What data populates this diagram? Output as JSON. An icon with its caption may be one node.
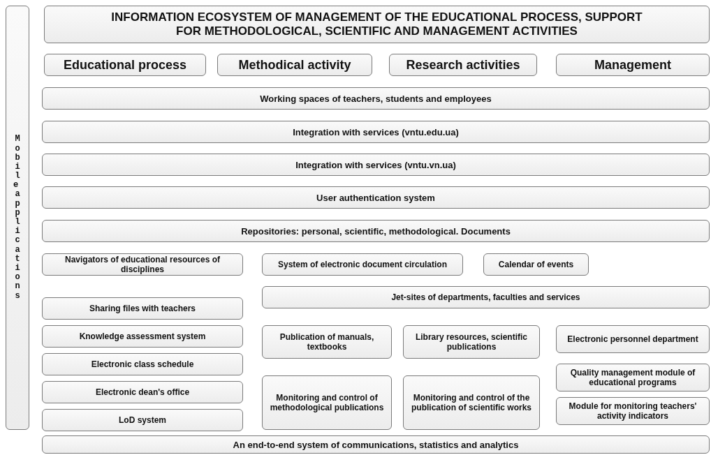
{
  "diagram": {
    "nodes": [
      {
        "text": [
          "INFORMATION ECOSYSTEM OF MANAGEMENT OF THE EDUCATIONAL PROCESS, SUPPORT FOR METHODOLOGICAL, SCIENTIFIC AND MANAGEMENT ACTIVITIES"
        ]
      },
      {
        "text": [
          "Mobile applications"
        ]
      },
      {
        "text": [
          "Educational process"
        ]
      },
      {
        "text": [
          "Methodical activity"
        ]
      },
      {
        "text": [
          "Research activities"
        ]
      },
      {
        "text": [
          "Management"
        ]
      },
      {
        "text": [
          "Working spaces of teachers, students and employees"
        ]
      },
      {
        "text": [
          "Integration with services (vntu.edu.ua)"
        ]
      },
      {
        "text": [
          "Integration with services (vntu.vn.ua)"
        ]
      },
      {
        "text": [
          "User authentication system"
        ]
      },
      {
        "text": [
          "Repositories: personal, scientific, methodological. Documents"
        ]
      },
      {
        "text": [
          "Navigators of educational resources of disciplines"
        ]
      },
      {
        "text": [
          "System of electronic document circulation"
        ]
      },
      {
        "text": [
          "Calendar of events"
        ]
      },
      {
        "text": [
          "Jet-sites of departments, faculties and services"
        ]
      },
      {
        "text": [
          "Sharing files with teachers"
        ]
      },
      {
        "text": [
          "Knowledge assessment system"
        ]
      },
      {
        "text": [
          "Electronic class schedule"
        ]
      },
      {
        "text": [
          "Publication of manuals, textbooks"
        ]
      },
      {
        "text": [
          "Library resources, scientific publications"
        ]
      },
      {
        "text": [
          "Electronic personnel department"
        ]
      },
      {
        "text": [
          "Electronic dean's office"
        ]
      },
      {
        "text": [
          "Quality management module of educational programs"
        ]
      },
      {
        "text": [
          "Monitoring and control of methodological publications"
        ]
      },
      {
        "text": [
          "Monitoring and control of the publication of scientific works"
        ]
      },
      {
        "text": [
          "Module for monitoring teachers' activity indicators"
        ]
      },
      {
        "text": [
          "LoD system"
        ]
      },
      {
        "text": [
          "An end-to-end system of communications, statistics and analytics"
        ]
      }
    ]
  }
}
